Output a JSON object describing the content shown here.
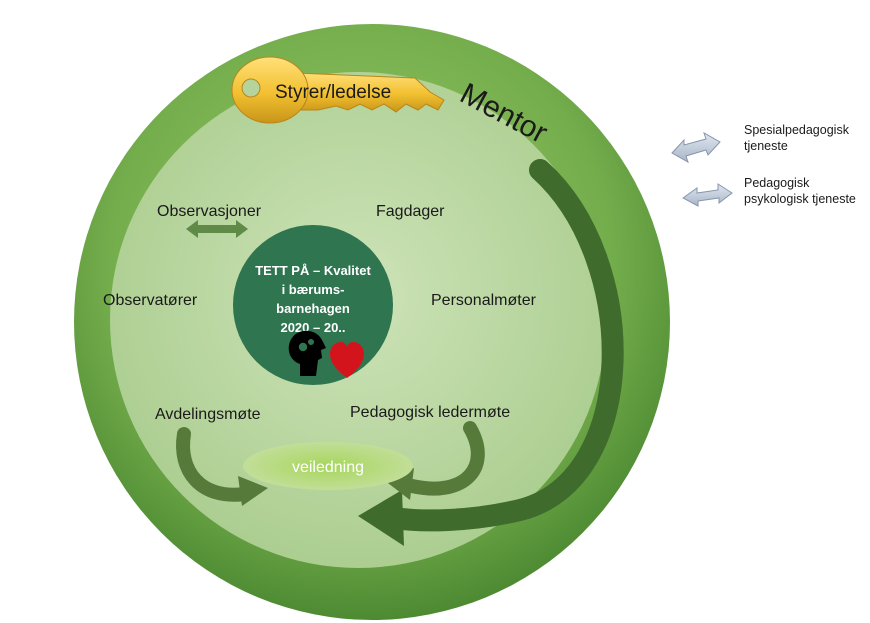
{
  "diagram": {
    "key_label": "Styrer/ledelse",
    "mentor_label": "Mentor",
    "center": {
      "lines": [
        "TETT PÅ – Kvalitet",
        "i bærums-",
        "barnehagen",
        "2020 – 20.."
      ]
    },
    "ring_items": {
      "observasjoner": "Observasjoner",
      "fagdager": "Fagdager",
      "observatorer": "Observatører",
      "personalmoter": "Personalmøter",
      "avdelingsmote": "Avdelingsmøte",
      "pedagogisk_ledermote": "Pedagogisk ledermøte",
      "veiledning": "veiledning"
    },
    "icons": {
      "head": "head-gears-icon",
      "heart": "heart-icon"
    }
  },
  "side_legend": [
    {
      "lines": [
        "Spesialpedagogisk",
        "tjeneste"
      ],
      "icon": "double-arrow-icon"
    },
    {
      "lines": [
        "Pedagogisk",
        "psykologisk tjeneste"
      ],
      "icon": "double-arrow-icon"
    }
  ],
  "colors": {
    "outer_ring": "#6fa84a",
    "inner_disc": "#b5d39c",
    "center_disc": "#2f7550",
    "key": "#f2c030",
    "arrow_dark": "#3f6b2d",
    "heart": "#d4141c"
  }
}
